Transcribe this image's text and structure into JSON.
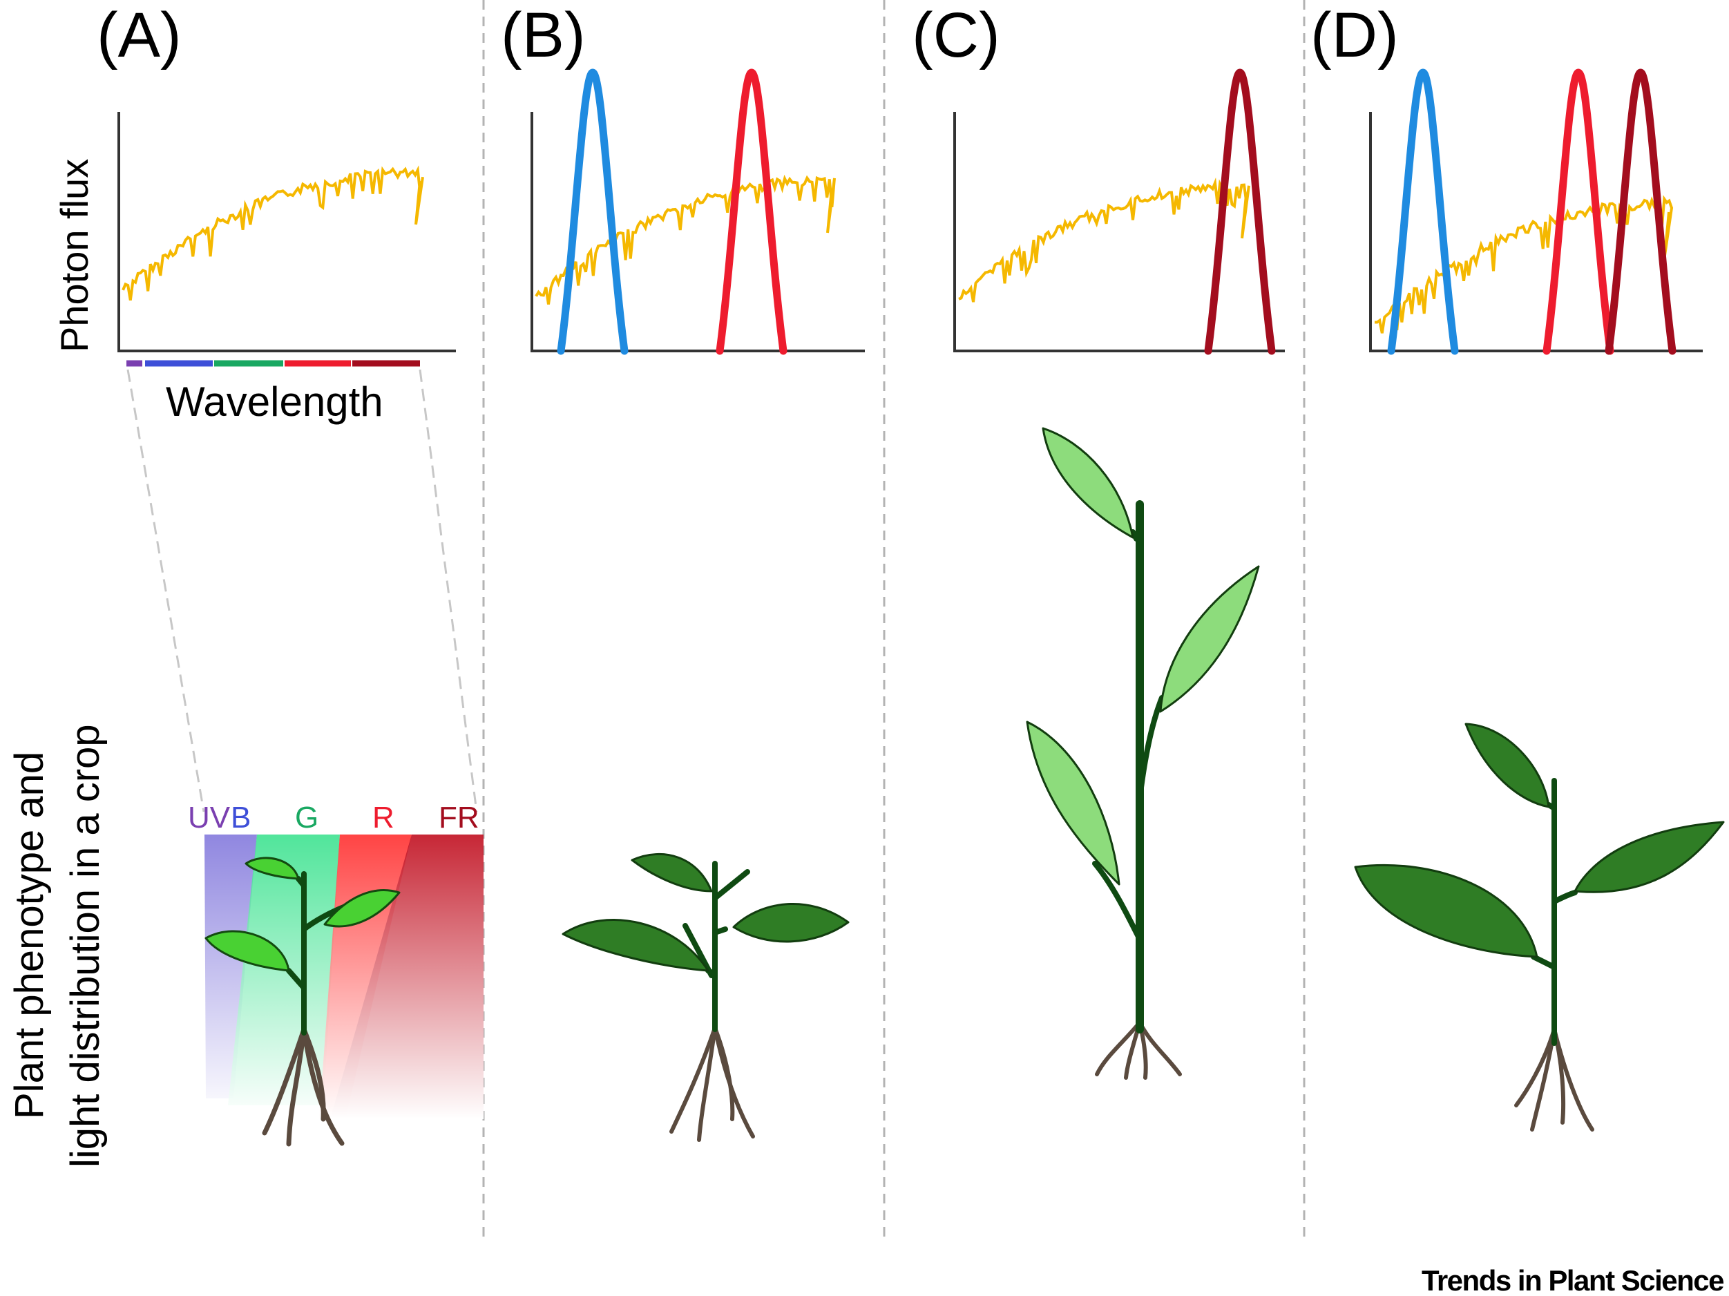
{
  "panels": [
    {
      "label": "(A)",
      "spectrum": {
        "sun": true,
        "leds": []
      }
    },
    {
      "label": "(B)",
      "spectrum": {
        "sun": true,
        "leds": [
          "blue",
          "red"
        ]
      }
    },
    {
      "label": "(C)",
      "spectrum": {
        "sun": true,
        "leds": [
          "far-red"
        ]
      }
    },
    {
      "label": "(D)",
      "spectrum": {
        "sun": true,
        "leds": [
          "blue",
          "red",
          "far-red"
        ]
      }
    }
  ],
  "axis": {
    "ylabel": "Photon flux",
    "xlabel": "Wavelength"
  },
  "side_label": {
    "line1": "Plant phenotype and",
    "line2": "light distribution in a crop"
  },
  "bands": [
    "UV",
    "B",
    "G",
    "R",
    "FR"
  ],
  "journal": "Trends in Plant Science",
  "colors": {
    "sun": "#f5b800",
    "blue": "#1f8be0",
    "red": "#ee1c2e",
    "far_red": "#a30d1e",
    "uv": "#7a3fb0",
    "band_blue": "#3e4fd8",
    "band_green": "#19a862",
    "leaf_dark": "#2f7d25",
    "leaf_light": "#8ddc7c",
    "leaf_bright": "#49d133",
    "stem": "#0f4a12",
    "root": "#5a4a3e"
  }
}
